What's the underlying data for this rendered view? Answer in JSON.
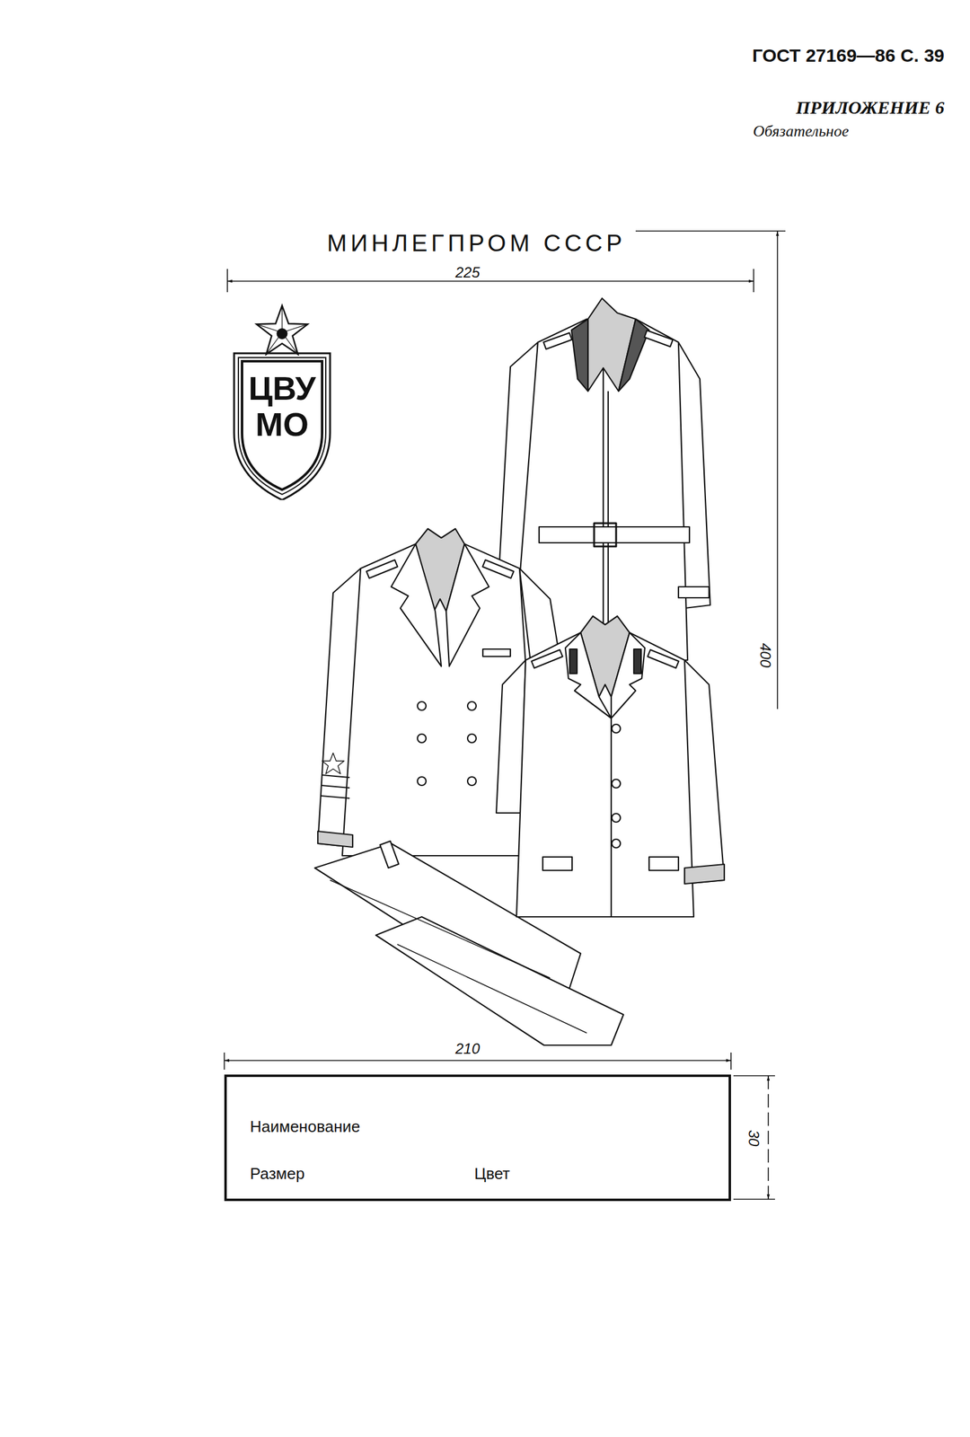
{
  "diagram": {
    "nodes": [
      {
        "text": [
          "ЦВУ МО"
        ]
      },
      {
        "text": [
          "Наименование",
          "Размер",
          "Цвет"
        ]
      }
    ],
    "labels": [
      "ГОСТ 27169—86 С. 39",
      "ПРИЛОЖЕНИЕ 6",
      "Обязательное",
      "МИНЛЕГПРОМ СССР",
      "225",
      "400",
      "210",
      "30"
    ]
  }
}
